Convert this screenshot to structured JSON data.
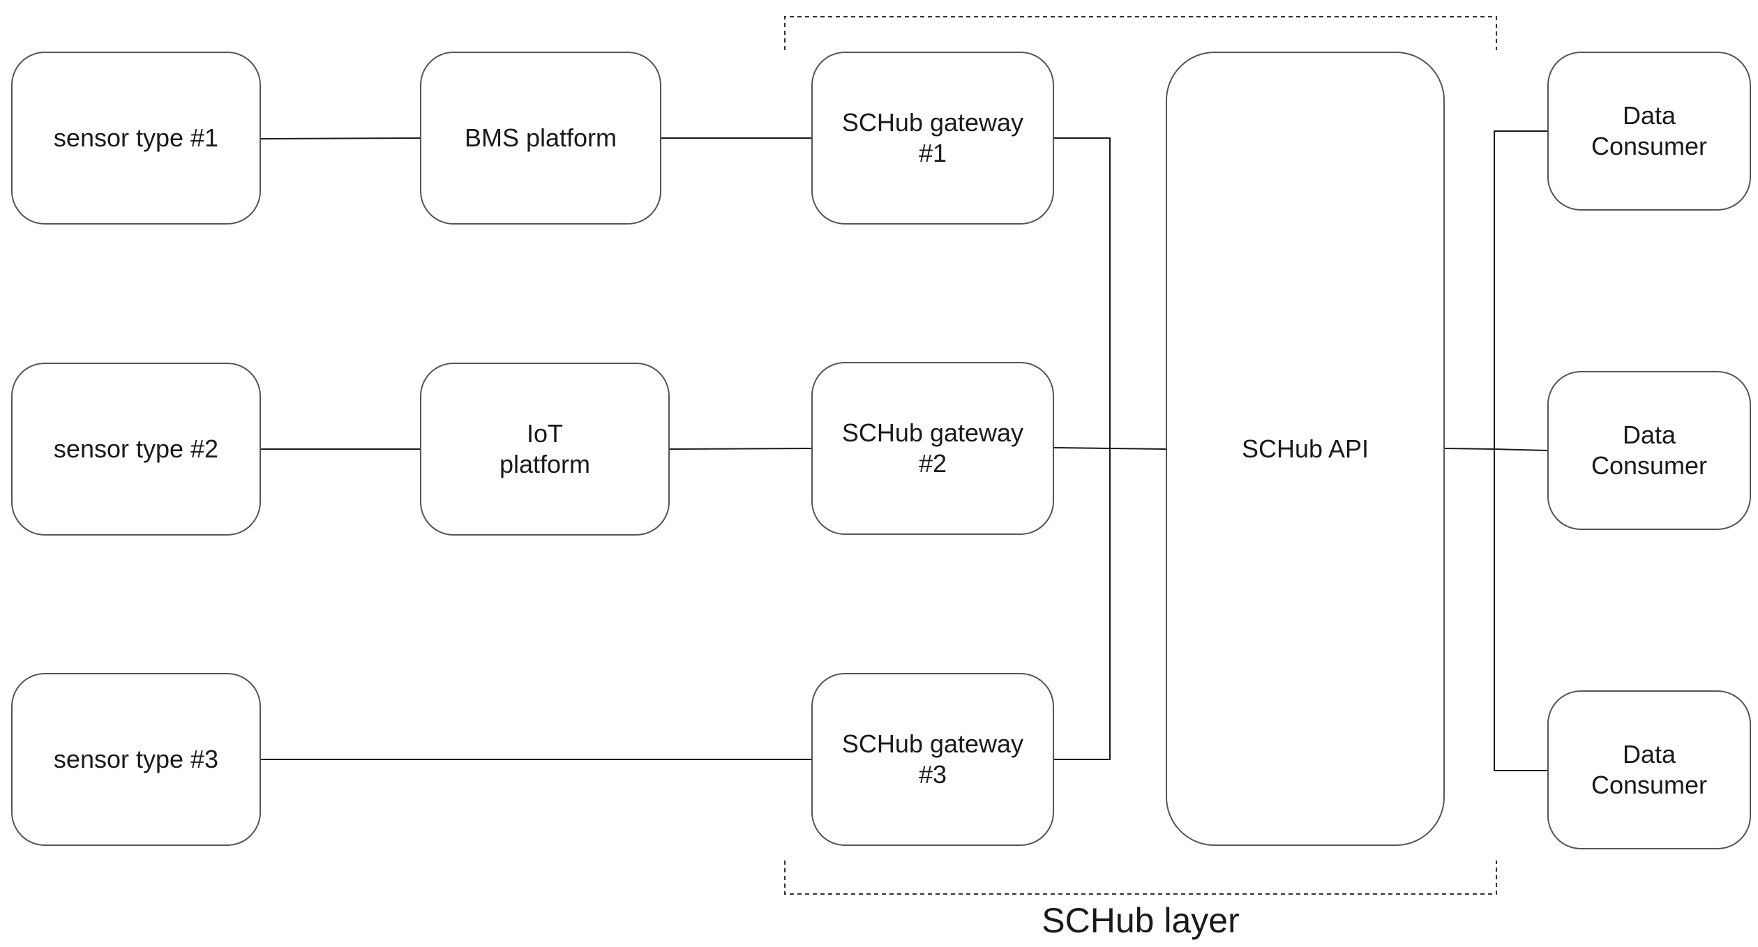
{
  "diagram": {
    "nodes": {
      "sensor_1": {
        "label": "sensor type #1"
      },
      "sensor_2": {
        "label": "sensor type #2"
      },
      "sensor_3": {
        "label": "sensor type #3"
      },
      "bms": {
        "label": "BMS platform"
      },
      "iot": {
        "label": "IoT\nplatform"
      },
      "gateway_1": {
        "label": "SCHub gateway\n#1"
      },
      "gateway_2": {
        "label": "SCHub gateway\n#2"
      },
      "gateway_3": {
        "label": "SCHub gateway\n#3"
      },
      "api": {
        "label": "SCHub API"
      },
      "consumer_1": {
        "label": "Data\nConsumer"
      },
      "consumer_2": {
        "label": "Data\nConsumer"
      },
      "consumer_3": {
        "label": "Data\nConsumer"
      }
    },
    "edges": [
      {
        "from": "sensor type #1",
        "to": "BMS platform"
      },
      {
        "from": "BMS platform",
        "to": "SCHub gateway #1"
      },
      {
        "from": "sensor type #2",
        "to": "IoT platform"
      },
      {
        "from": "IoT platform",
        "to": "SCHub gateway #2"
      },
      {
        "from": "sensor type #3",
        "to": "SCHub gateway #3"
      },
      {
        "from": "SCHub gateway #1",
        "to": "SCHub API"
      },
      {
        "from": "SCHub gateway #2",
        "to": "SCHub API"
      },
      {
        "from": "SCHub gateway #3",
        "to": "SCHub API"
      },
      {
        "from": "SCHub API",
        "to": "Data Consumer"
      },
      {
        "from": "SCHub API",
        "to": "Data Consumer"
      },
      {
        "from": "SCHub API",
        "to": "Data Consumer"
      }
    ],
    "group_caption": "SCHub layer",
    "colors": {
      "stroke": "#555555",
      "line": "#1a1a1a",
      "text": "#1a1a1a",
      "background": "#ffffff"
    }
  }
}
